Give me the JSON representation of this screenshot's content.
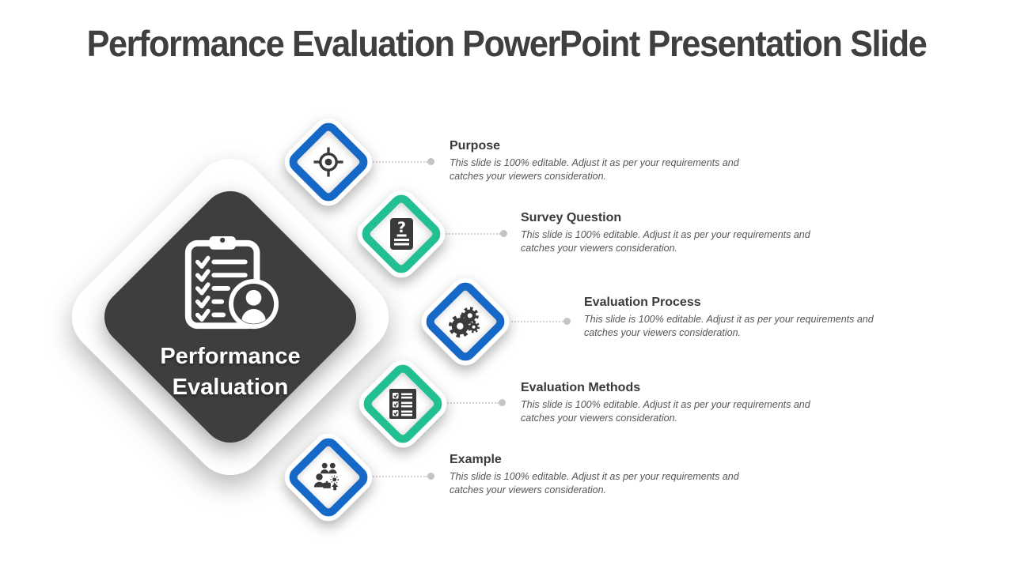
{
  "slide": {
    "title": "Performance Evaluation PowerPoint Presentation Slide",
    "center_diamond": {
      "icon": "clipboard-checklist-user-icon",
      "label_line1": "Performance",
      "label_line2": "Evaluation"
    },
    "items": [
      {
        "heading": "Purpose",
        "description": "This slide is 100% editable. Adjust it as per your requirements and catches your viewers consideration.",
        "icon": "target-icon",
        "accent_color": "#1668c6"
      },
      {
        "heading": "Survey Question",
        "description": "This slide is 100% editable. Adjust it as per your requirements and catches your viewers consideration.",
        "icon": "question-document-icon",
        "accent_color": "#21bf92"
      },
      {
        "heading": "Evaluation Process",
        "description": "This slide is 100% editable. Adjust it as per your requirements and catches your viewers consideration.",
        "icon": "gears-icon",
        "accent_color": "#1668c6"
      },
      {
        "heading": "Evaluation Methods",
        "description": "This slide is 100% editable. Adjust it as per your requirements and catches your viewers consideration.",
        "icon": "checklist-icon",
        "accent_color": "#21bf92"
      },
      {
        "heading": "Example",
        "description": "This slide is 100% editable. Adjust it as per your requirements and catches your viewers consideration.",
        "icon": "team-idea-icon",
        "accent_color": "#1668c6"
      }
    ],
    "colors": {
      "blue": "#1668c6",
      "green": "#21bf92",
      "dark_diamond": "#3e3e3e",
      "icon_dark": "#3a3a3a",
      "heading_text": "#3a3a3a",
      "body_text": "#565656",
      "connector": "#d4d4d4"
    }
  }
}
